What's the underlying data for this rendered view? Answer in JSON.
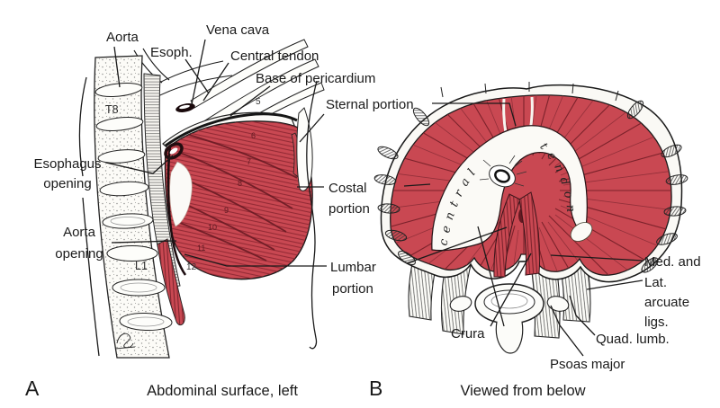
{
  "figure": {
    "panelA": {
      "letter": "A",
      "caption": "Abdominal surface, left",
      "labels": {
        "aorta": "Aorta",
        "esoph": "Esoph.",
        "vena_cava": "Vena cava",
        "central_tendon": "Central tendon",
        "base_of_pericardium": "Base of pericardium",
        "esophagus_opening_line1": "Esophagus",
        "esophagus_opening_line2": "opening",
        "aorta_opening_line1": "Aorta",
        "aorta_opening_line2": "opening"
      },
      "vertebra_labels": {
        "t8": "T8",
        "l1": "L1"
      },
      "rib_numbers": [
        "5",
        "6",
        "7",
        "8",
        "9",
        "10",
        "11",
        "12"
      ]
    },
    "shared_labels": {
      "sternal_portion": "Sternal portion",
      "costal_line1": "Costal",
      "costal_line2": "portion",
      "lumbar_line1": "Lumbar",
      "lumbar_line2": "portion"
    },
    "panelB": {
      "letter": "B",
      "caption": "Viewed from below",
      "central_tendon_script": {
        "word1": "central",
        "word2": "tendon"
      },
      "labels": {
        "crura": "Crura",
        "med_and": "Med. and",
        "lat": "Lat.",
        "arcuate": "arcuate",
        "ligs": "ligs.",
        "quad_lumb": "Quad. lumb.",
        "psoas_major": "Psoas major"
      }
    },
    "colors": {
      "muscle_red": "#c94852",
      "muscle_fiber_dark": "#7c222b",
      "outline": "#1a1a1a",
      "label_text": "#1a1a1a",
      "background": "#ffffff"
    }
  }
}
